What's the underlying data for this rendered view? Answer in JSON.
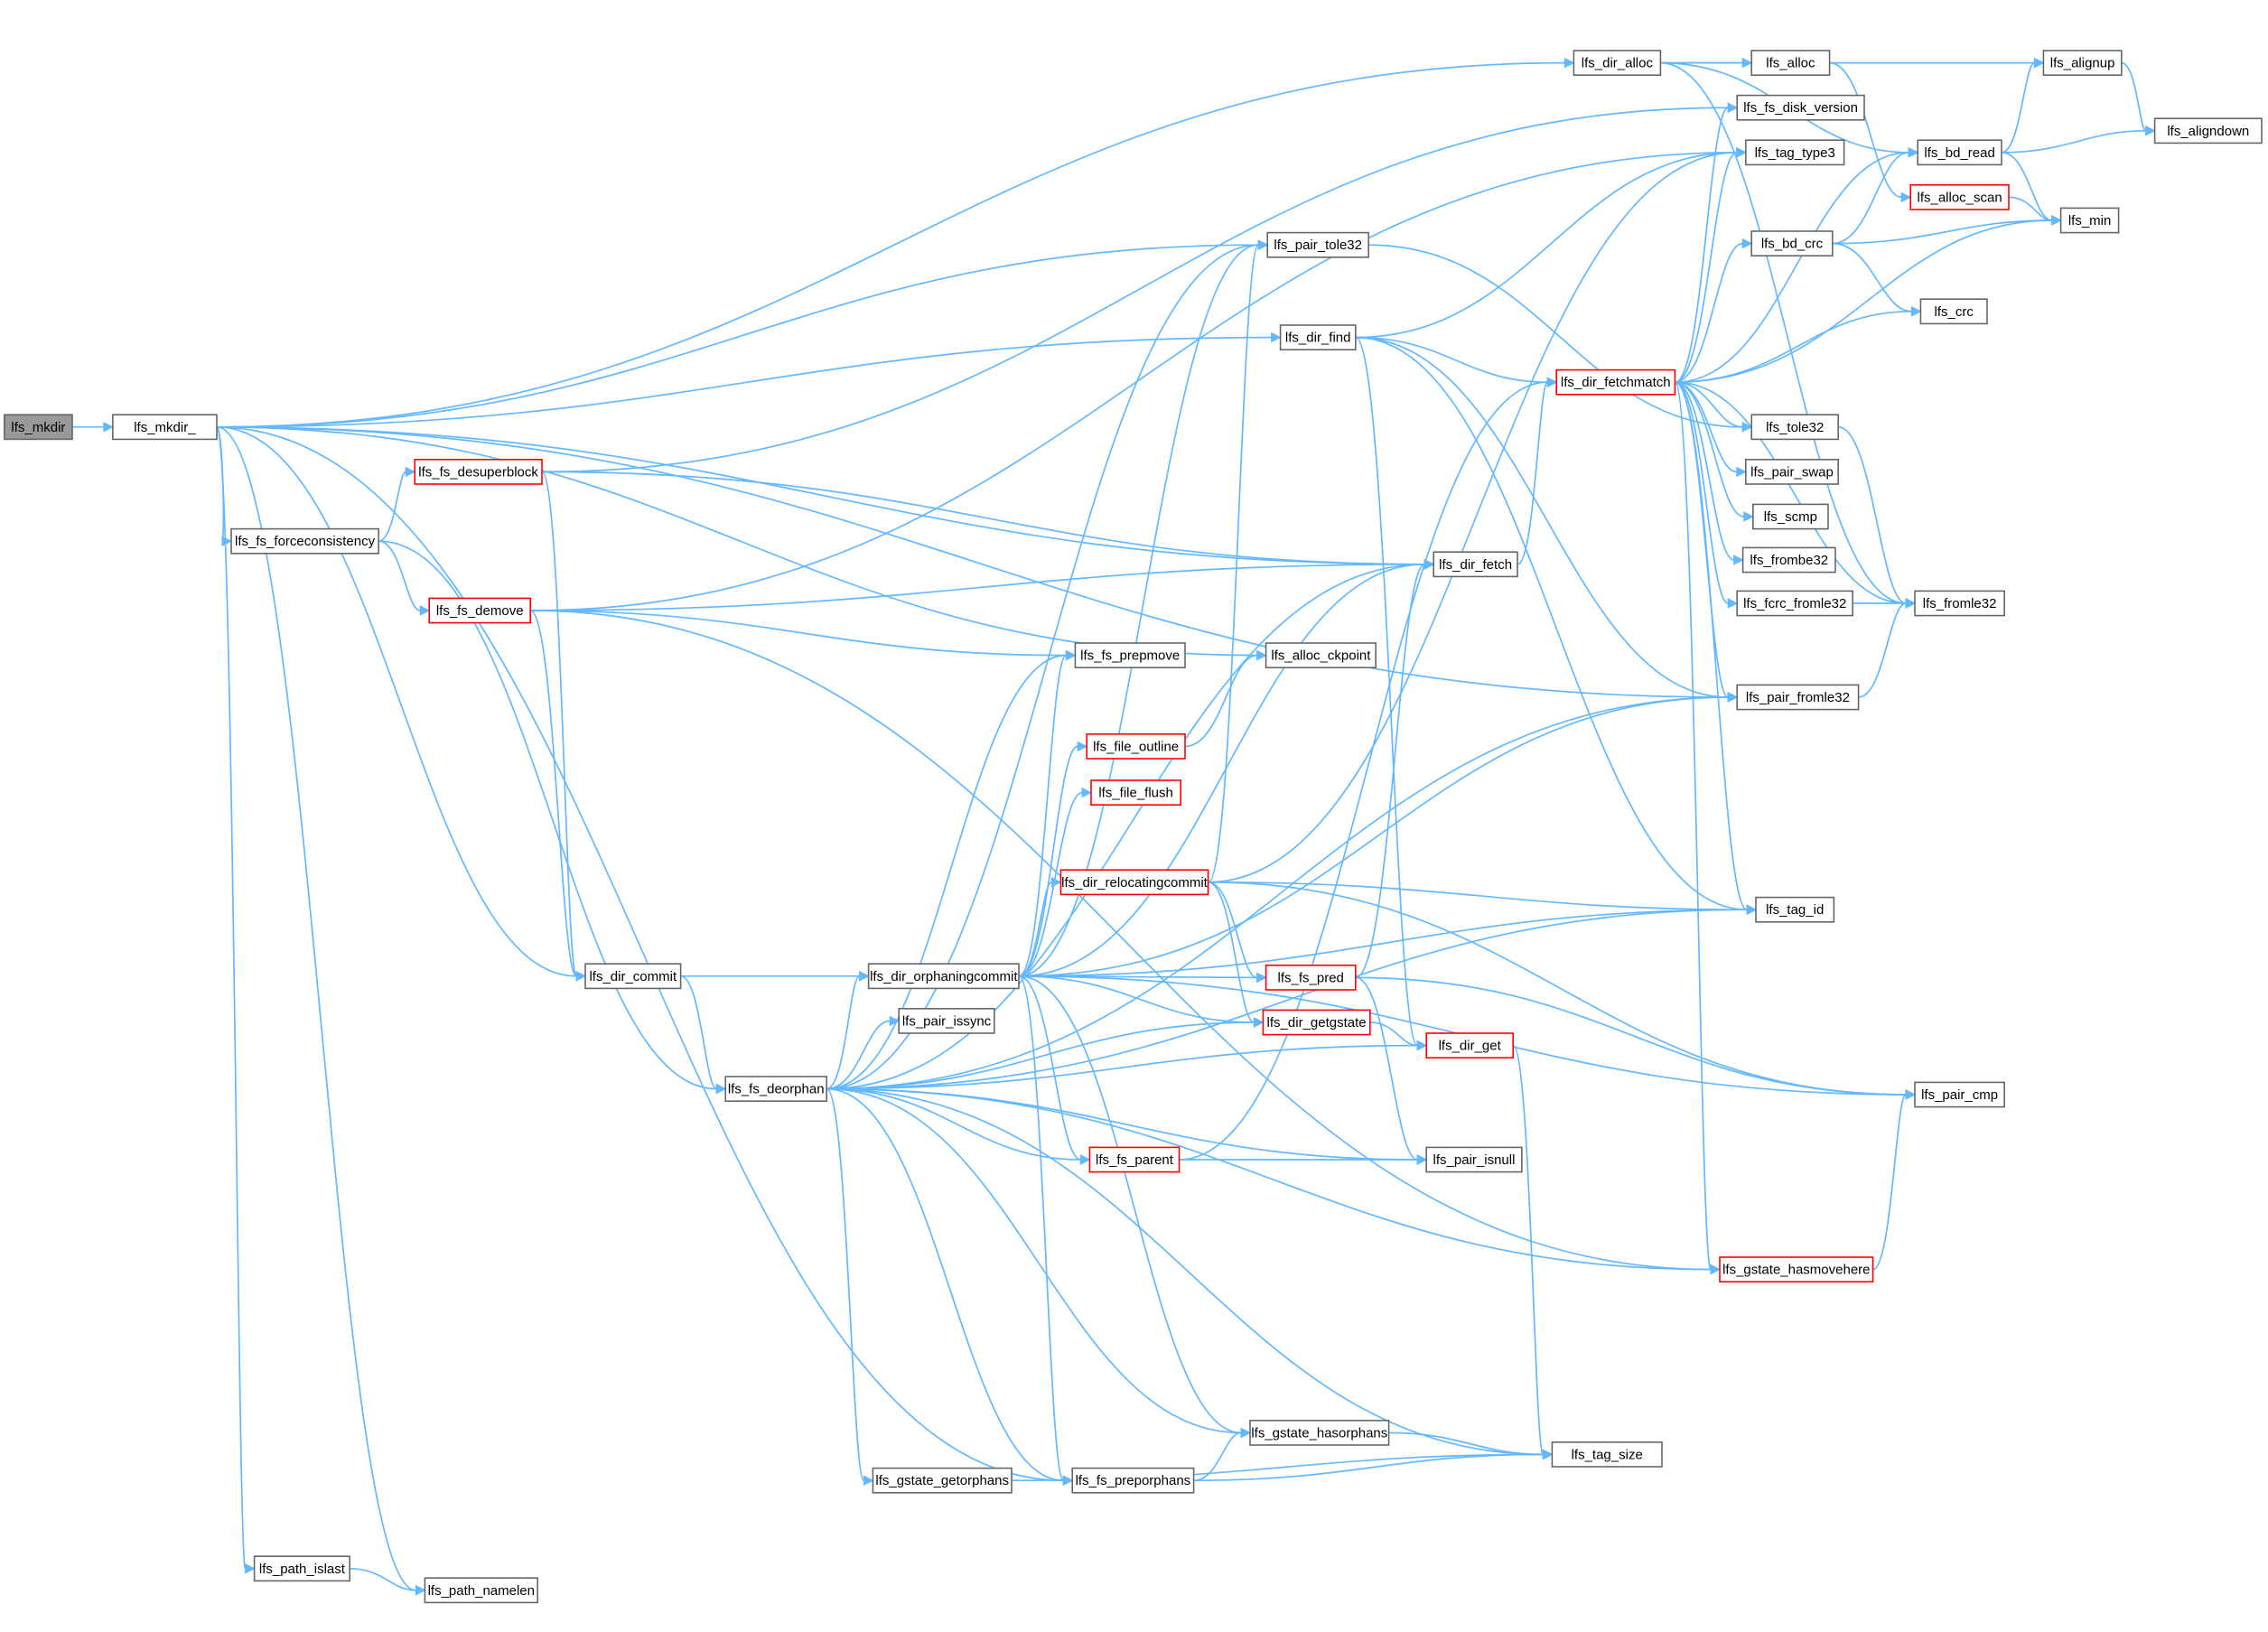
{
  "graph": {
    "nodes": [
      {
        "id": "lfs_mkdir",
        "label": "lfs_mkdir",
        "style": "root"
      },
      {
        "id": "lfs_mkdir_",
        "label": "lfs_mkdir_",
        "style": "normal"
      },
      {
        "id": "lfs_fs_forceconsistency",
        "label": "lfs_fs_forceconsistency",
        "style": "normal"
      },
      {
        "id": "lfs_fs_desuperblock",
        "label": "lfs_fs_desuperblock",
        "style": "red"
      },
      {
        "id": "lfs_fs_demove",
        "label": "lfs_fs_demove",
        "style": "red"
      },
      {
        "id": "lfs_dir_commit",
        "label": "lfs_dir_commit",
        "style": "normal"
      },
      {
        "id": "lfs_fs_deorphan",
        "label": "lfs_fs_deorphan",
        "style": "normal"
      },
      {
        "id": "lfs_path_islast",
        "label": "lfs_path_islast",
        "style": "normal"
      },
      {
        "id": "lfs_path_namelen",
        "label": "lfs_path_namelen",
        "style": "normal"
      },
      {
        "id": "lfs_dir_orphaningcommit",
        "label": "lfs_dir_orphaningcommit",
        "style": "normal"
      },
      {
        "id": "lfs_pair_issync",
        "label": "lfs_pair_issync",
        "style": "normal"
      },
      {
        "id": "lfs_gstate_getorphans",
        "label": "lfs_gstate_getorphans",
        "style": "normal"
      },
      {
        "id": "lfs_fs_preporphans",
        "label": "lfs_fs_preporphans",
        "style": "normal"
      },
      {
        "id": "lfs_file_outline",
        "label": "lfs_file_outline",
        "style": "red"
      },
      {
        "id": "lfs_file_flush",
        "label": "lfs_file_flush",
        "style": "red"
      },
      {
        "id": "lfs_dir_relocatingcommit",
        "label": "lfs_dir_relocatingcommit",
        "style": "red"
      },
      {
        "id": "lfs_fs_parent",
        "label": "lfs_fs_parent",
        "style": "red"
      },
      {
        "id": "lfs_fs_prepmove",
        "label": "lfs_fs_prepmove",
        "style": "normal"
      },
      {
        "id": "lfs_alloc_ckpoint",
        "label": "lfs_alloc_ckpoint",
        "style": "normal"
      },
      {
        "id": "lfs_pair_tole32",
        "label": "lfs_pair_tole32",
        "style": "normal"
      },
      {
        "id": "lfs_dir_find",
        "label": "lfs_dir_find",
        "style": "normal"
      },
      {
        "id": "lfs_fs_pred",
        "label": "lfs_fs_pred",
        "style": "red"
      },
      {
        "id": "lfs_dir_getgstate",
        "label": "lfs_dir_getgstate",
        "style": "red"
      },
      {
        "id": "lfs_dir_get",
        "label": "lfs_dir_get",
        "style": "red"
      },
      {
        "id": "lfs_pair_isnull",
        "label": "lfs_pair_isnull",
        "style": "normal"
      },
      {
        "id": "lfs_gstate_hasorphans",
        "label": "lfs_gstate_hasorphans",
        "style": "normal"
      },
      {
        "id": "lfs_tag_size",
        "label": "lfs_tag_size",
        "style": "normal"
      },
      {
        "id": "lfs_dir_fetch",
        "label": "lfs_dir_fetch",
        "style": "normal"
      },
      {
        "id": "lfs_dir_alloc",
        "label": "lfs_dir_alloc",
        "style": "normal"
      },
      {
        "id": "lfs_dir_fetchmatch",
        "label": "lfs_dir_fetchmatch",
        "style": "red"
      },
      {
        "id": "lfs_alloc",
        "label": "lfs_alloc",
        "style": "normal"
      },
      {
        "id": "lfs_fs_disk_version",
        "label": "lfs_fs_disk_version",
        "style": "normal"
      },
      {
        "id": "lfs_tag_type3",
        "label": "lfs_tag_type3",
        "style": "normal"
      },
      {
        "id": "lfs_tole32",
        "label": "lfs_tole32",
        "style": "normal"
      },
      {
        "id": "lfs_pair_swap",
        "label": "lfs_pair_swap",
        "style": "normal"
      },
      {
        "id": "lfs_scmp",
        "label": "lfs_scmp",
        "style": "normal"
      },
      {
        "id": "lfs_frombe32",
        "label": "lfs_frombe32",
        "style": "normal"
      },
      {
        "id": "lfs_fcrc_fromle32",
        "label": "lfs_fcrc_fromle32",
        "style": "normal"
      },
      {
        "id": "lfs_pair_fromle32",
        "label": "lfs_pair_fromle32",
        "style": "normal"
      },
      {
        "id": "lfs_tag_id",
        "label": "lfs_tag_id",
        "style": "normal"
      },
      {
        "id": "lfs_gstate_hasmovehere",
        "label": "lfs_gstate_hasmovehere",
        "style": "red"
      },
      {
        "id": "lfs_pair_cmp",
        "label": "lfs_pair_cmp",
        "style": "normal"
      },
      {
        "id": "lfs_bd_read",
        "label": "lfs_bd_read",
        "style": "normal"
      },
      {
        "id": "lfs_alloc_scan",
        "label": "lfs_alloc_scan",
        "style": "red"
      },
      {
        "id": "lfs_bd_crc",
        "label": "lfs_bd_crc",
        "style": "normal"
      },
      {
        "id": "lfs_alignup",
        "label": "lfs_alignup",
        "style": "normal"
      },
      {
        "id": "lfs_alignup_down",
        "label": "lfs_aligndown",
        "style": "normal"
      },
      {
        "id": "lfs_min",
        "label": "lfs_min",
        "style": "normal"
      },
      {
        "id": "lfs_crc",
        "label": "lfs_crc",
        "style": "normal"
      },
      {
        "id": "lfs_fromle32",
        "label": "lfs_fromle32",
        "style": "normal"
      }
    ],
    "edges": [
      [
        "lfs_mkdir",
        "lfs_mkdir_"
      ],
      [
        "lfs_mkdir_",
        "lfs_dir_alloc"
      ],
      [
        "lfs_mkdir_",
        "lfs_pair_tole32"
      ],
      [
        "lfs_mkdir_",
        "lfs_dir_find"
      ],
      [
        "lfs_mkdir_",
        "lfs_dir_fetch"
      ],
      [
        "lfs_mkdir_",
        "lfs_pair_fromle32"
      ],
      [
        "lfs_mkdir_",
        "lfs_alloc_ckpoint"
      ],
      [
        "lfs_mkdir_",
        "lfs_fs_forceconsistency"
      ],
      [
        "lfs_mkdir_",
        "lfs_dir_commit"
      ],
      [
        "lfs_mkdir_",
        "lfs_fs_preporphans"
      ],
      [
        "lfs_mkdir_",
        "lfs_path_islast"
      ],
      [
        "lfs_mkdir_",
        "lfs_path_namelen"
      ],
      [
        "lfs_path_islast",
        "lfs_path_namelen"
      ],
      [
        "lfs_fs_forceconsistency",
        "lfs_fs_desuperblock"
      ],
      [
        "lfs_fs_forceconsistency",
        "lfs_fs_demove"
      ],
      [
        "lfs_fs_forceconsistency",
        "lfs_fs_deorphan"
      ],
      [
        "lfs_fs_desuperblock",
        "lfs_fs_disk_version"
      ],
      [
        "lfs_fs_desuperblock",
        "lfs_dir_fetch"
      ],
      [
        "lfs_fs_desuperblock",
        "lfs_dir_commit"
      ],
      [
        "lfs_fs_demove",
        "lfs_tag_type3"
      ],
      [
        "lfs_fs_demove",
        "lfs_dir_fetch"
      ],
      [
        "lfs_fs_demove",
        "lfs_fs_prepmove"
      ],
      [
        "lfs_fs_demove",
        "lfs_dir_commit"
      ],
      [
        "lfs_fs_demove",
        "lfs_gstate_hasmovehere"
      ],
      [
        "lfs_dir_commit",
        "lfs_dir_orphaningcommit"
      ],
      [
        "lfs_dir_commit",
        "lfs_fs_deorphan"
      ],
      [
        "lfs_fs_deorphan",
        "lfs_pair_tole32"
      ],
      [
        "lfs_fs_deorphan",
        "lfs_dir_fetch"
      ],
      [
        "lfs_fs_deorphan",
        "lfs_pair_fromle32"
      ],
      [
        "lfs_fs_deorphan",
        "lfs_fs_prepmove"
      ],
      [
        "lfs_fs_deorphan",
        "lfs_dir_orphaningcommit"
      ],
      [
        "lfs_fs_deorphan",
        "lfs_pair_issync"
      ],
      [
        "lfs_fs_deorphan",
        "lfs_dir_getgstate"
      ],
      [
        "lfs_fs_deorphan",
        "lfs_dir_get"
      ],
      [
        "lfs_fs_deorphan",
        "lfs_fs_parent"
      ],
      [
        "lfs_fs_deorphan",
        "lfs_pair_isnull"
      ],
      [
        "lfs_fs_deorphan",
        "lfs_tag_id"
      ],
      [
        "lfs_fs_deorphan",
        "lfs_gstate_hasorphans"
      ],
      [
        "lfs_fs_deorphan",
        "lfs_gstate_getorphans"
      ],
      [
        "lfs_fs_deorphan",
        "lfs_fs_preporphans"
      ],
      [
        "lfs_fs_deorphan",
        "lfs_tag_size"
      ],
      [
        "lfs_fs_deorphan",
        "lfs_gstate_hasmovehere"
      ],
      [
        "lfs_dir_orphaningcommit",
        "lfs_fs_prepmove"
      ],
      [
        "lfs_dir_orphaningcommit",
        "lfs_file_outline"
      ],
      [
        "lfs_dir_orphaningcommit",
        "lfs_file_flush"
      ],
      [
        "lfs_dir_orphaningcommit",
        "lfs_dir_relocatingcommit"
      ],
      [
        "lfs_dir_orphaningcommit",
        "lfs_pair_tole32"
      ],
      [
        "lfs_dir_orphaningcommit",
        "lfs_dir_fetch"
      ],
      [
        "lfs_dir_orphaningcommit",
        "lfs_tag_id"
      ],
      [
        "lfs_dir_orphaningcommit",
        "lfs_fs_pred"
      ],
      [
        "lfs_dir_orphaningcommit",
        "lfs_dir_getgstate"
      ],
      [
        "lfs_dir_orphaningcommit",
        "lfs_fs_parent"
      ],
      [
        "lfs_dir_orphaningcommit",
        "lfs_pair_cmp"
      ],
      [
        "lfs_dir_orphaningcommit",
        "lfs_gstate_hasorphans"
      ],
      [
        "lfs_dir_orphaningcommit",
        "lfs_fs_preporphans"
      ],
      [
        "lfs_dir_orphaningcommit",
        "lfs_pair_fromle32"
      ],
      [
        "lfs_gstate_getorphans",
        "lfs_tag_size"
      ],
      [
        "lfs_fs_preporphans",
        "lfs_gstate_hasorphans"
      ],
      [
        "lfs_fs_preporphans",
        "lfs_tag_size"
      ],
      [
        "lfs_file_outline",
        "lfs_alloc_ckpoint"
      ],
      [
        "lfs_dir_relocatingcommit",
        "lfs_tag_type3"
      ],
      [
        "lfs_dir_relocatingcommit",
        "lfs_pair_tole32"
      ],
      [
        "lfs_dir_relocatingcommit",
        "lfs_tag_id"
      ],
      [
        "lfs_dir_relocatingcommit",
        "lfs_fs_pred"
      ],
      [
        "lfs_dir_relocatingcommit",
        "lfs_dir_getgstate"
      ],
      [
        "lfs_dir_relocatingcommit",
        "lfs_pair_cmp"
      ],
      [
        "lfs_fs_parent",
        "lfs_dir_fetchmatch"
      ],
      [
        "lfs_fs_parent",
        "lfs_pair_isnull"
      ],
      [
        "lfs_fs_pred",
        "lfs_dir_fetch"
      ],
      [
        "lfs_fs_pred",
        "lfs_pair_isnull"
      ],
      [
        "lfs_fs_pred",
        "lfs_pair_cmp"
      ],
      [
        "lfs_dir_getgstate",
        "lfs_dir_get"
      ],
      [
        "lfs_dir_get",
        "lfs_tag_size"
      ],
      [
        "lfs_gstate_hasorphans",
        "lfs_tag_size"
      ],
      [
        "lfs_pair_tole32",
        "lfs_tole32"
      ],
      [
        "lfs_dir_find",
        "lfs_tag_type3"
      ],
      [
        "lfs_dir_find",
        "lfs_dir_fetchmatch"
      ],
      [
        "lfs_dir_find",
        "lfs_pair_fromle32"
      ],
      [
        "lfs_dir_find",
        "lfs_tag_id"
      ],
      [
        "lfs_dir_find",
        "lfs_dir_get"
      ],
      [
        "lfs_dir_fetch",
        "lfs_dir_fetchmatch"
      ],
      [
        "lfs_dir_alloc",
        "lfs_alloc"
      ],
      [
        "lfs_dir_alloc",
        "lfs_bd_read"
      ],
      [
        "lfs_dir_alloc",
        "lfs_alignup"
      ],
      [
        "lfs_dir_alloc",
        "lfs_fromle32"
      ],
      [
        "lfs_alloc",
        "lfs_alloc_scan"
      ],
      [
        "lfs_dir_fetchmatch",
        "lfs_fs_disk_version"
      ],
      [
        "lfs_dir_fetchmatch",
        "lfs_tag_type3"
      ],
      [
        "lfs_dir_fetchmatch",
        "lfs_bd_read"
      ],
      [
        "lfs_dir_fetchmatch",
        "lfs_bd_crc"
      ],
      [
        "lfs_dir_fetchmatch",
        "lfs_crc"
      ],
      [
        "lfs_dir_fetchmatch",
        "lfs_min"
      ],
      [
        "lfs_dir_fetchmatch",
        "lfs_tole32"
      ],
      [
        "lfs_dir_fetchmatch",
        "lfs_pair_swap"
      ],
      [
        "lfs_dir_fetchmatch",
        "lfs_scmp"
      ],
      [
        "lfs_dir_fetchmatch",
        "lfs_frombe32"
      ],
      [
        "lfs_dir_fetchmatch",
        "lfs_fcrc_fromle32"
      ],
      [
        "lfs_dir_fetchmatch",
        "lfs_fromle32"
      ],
      [
        "lfs_dir_fetchmatch",
        "lfs_pair_fromle32"
      ],
      [
        "lfs_dir_fetchmatch",
        "lfs_tag_id"
      ],
      [
        "lfs_dir_fetchmatch",
        "lfs_gstate_hasmovehere"
      ],
      [
        "lfs_tole32",
        "lfs_fromle32"
      ],
      [
        "lfs_fcrc_fromle32",
        "lfs_fromle32"
      ],
      [
        "lfs_pair_fromle32",
        "lfs_fromle32"
      ],
      [
        "lfs_gstate_hasmovehere",
        "lfs_pair_cmp"
      ],
      [
        "lfs_bd_read",
        "lfs_alignup"
      ],
      [
        "lfs_bd_read",
        "lfs_alignup_down"
      ],
      [
        "lfs_bd_read",
        "lfs_min"
      ],
      [
        "lfs_alloc_scan",
        "lfs_min"
      ],
      [
        "lfs_bd_crc",
        "lfs_bd_read"
      ],
      [
        "lfs_bd_crc",
        "lfs_min"
      ],
      [
        "lfs_bd_crc",
        "lfs_crc"
      ],
      [
        "lfs_alignup",
        "lfs_alignup_down"
      ]
    ]
  }
}
